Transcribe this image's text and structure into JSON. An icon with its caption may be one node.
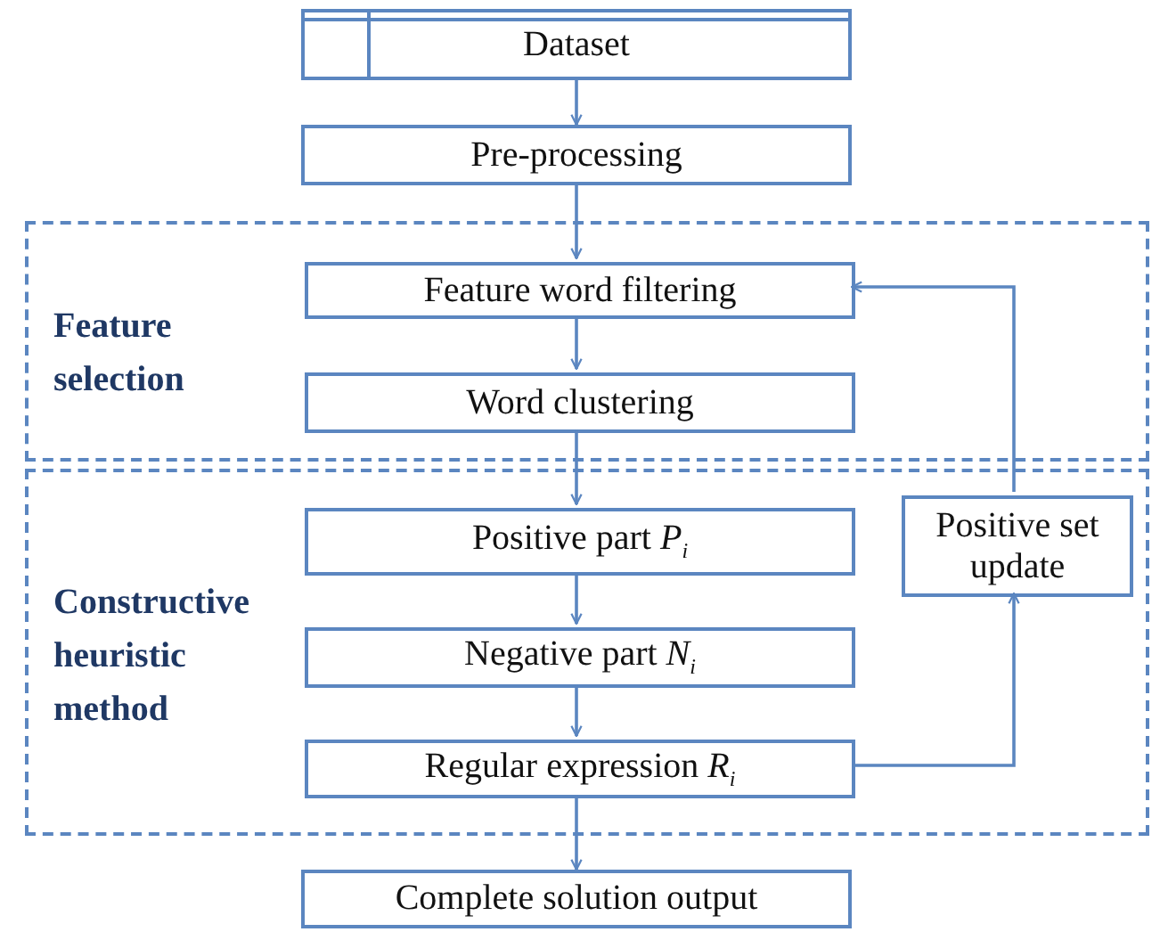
{
  "diagram": {
    "nodes": [
      {
        "text": [
          "Dataset"
        ]
      },
      {
        "text": [
          "Pre-processing"
        ]
      },
      {
        "text": [
          "Feature selection"
        ]
      },
      {
        "text": [
          "Feature word filtering"
        ],
        "in": 2
      },
      {
        "text": [
          "Word clustering"
        ],
        "in": 2
      },
      {
        "text": [
          "Constructive heuristic method"
        ]
      },
      {
        "text": [
          "Positive part *P*$_{i}$"
        ],
        "in": 5
      },
      {
        "text": [
          "Negative part *N*$_{i}$"
        ],
        "in": 5
      },
      {
        "text": [
          "Regular expression *R*$_{i}$"
        ],
        "in": 5
      },
      {
        "text": [
          "Positive set update"
        ],
        "in": 5
      },
      {
        "text": [
          "Complete solution output"
        ]
      }
    ],
    "edges": [
      {
        "from": 0,
        "to": 1,
        "arrow": "to"
      },
      {
        "from": 1,
        "to": 3,
        "arrow": "to"
      },
      {
        "from": 3,
        "to": 4,
        "arrow": "to"
      },
      {
        "from": 4,
        "to": 6,
        "arrow": "to"
      },
      {
        "from": 6,
        "to": 7,
        "arrow": "to"
      },
      {
        "from": 7,
        "to": 8,
        "arrow": "to"
      },
      {
        "from": 8,
        "to": 9,
        "arrow": "to"
      },
      {
        "from": 9,
        "to": 3,
        "arrow": "to"
      },
      {
        "from": 8,
        "to": 10,
        "arrow": "to"
      }
    ]
  }
}
